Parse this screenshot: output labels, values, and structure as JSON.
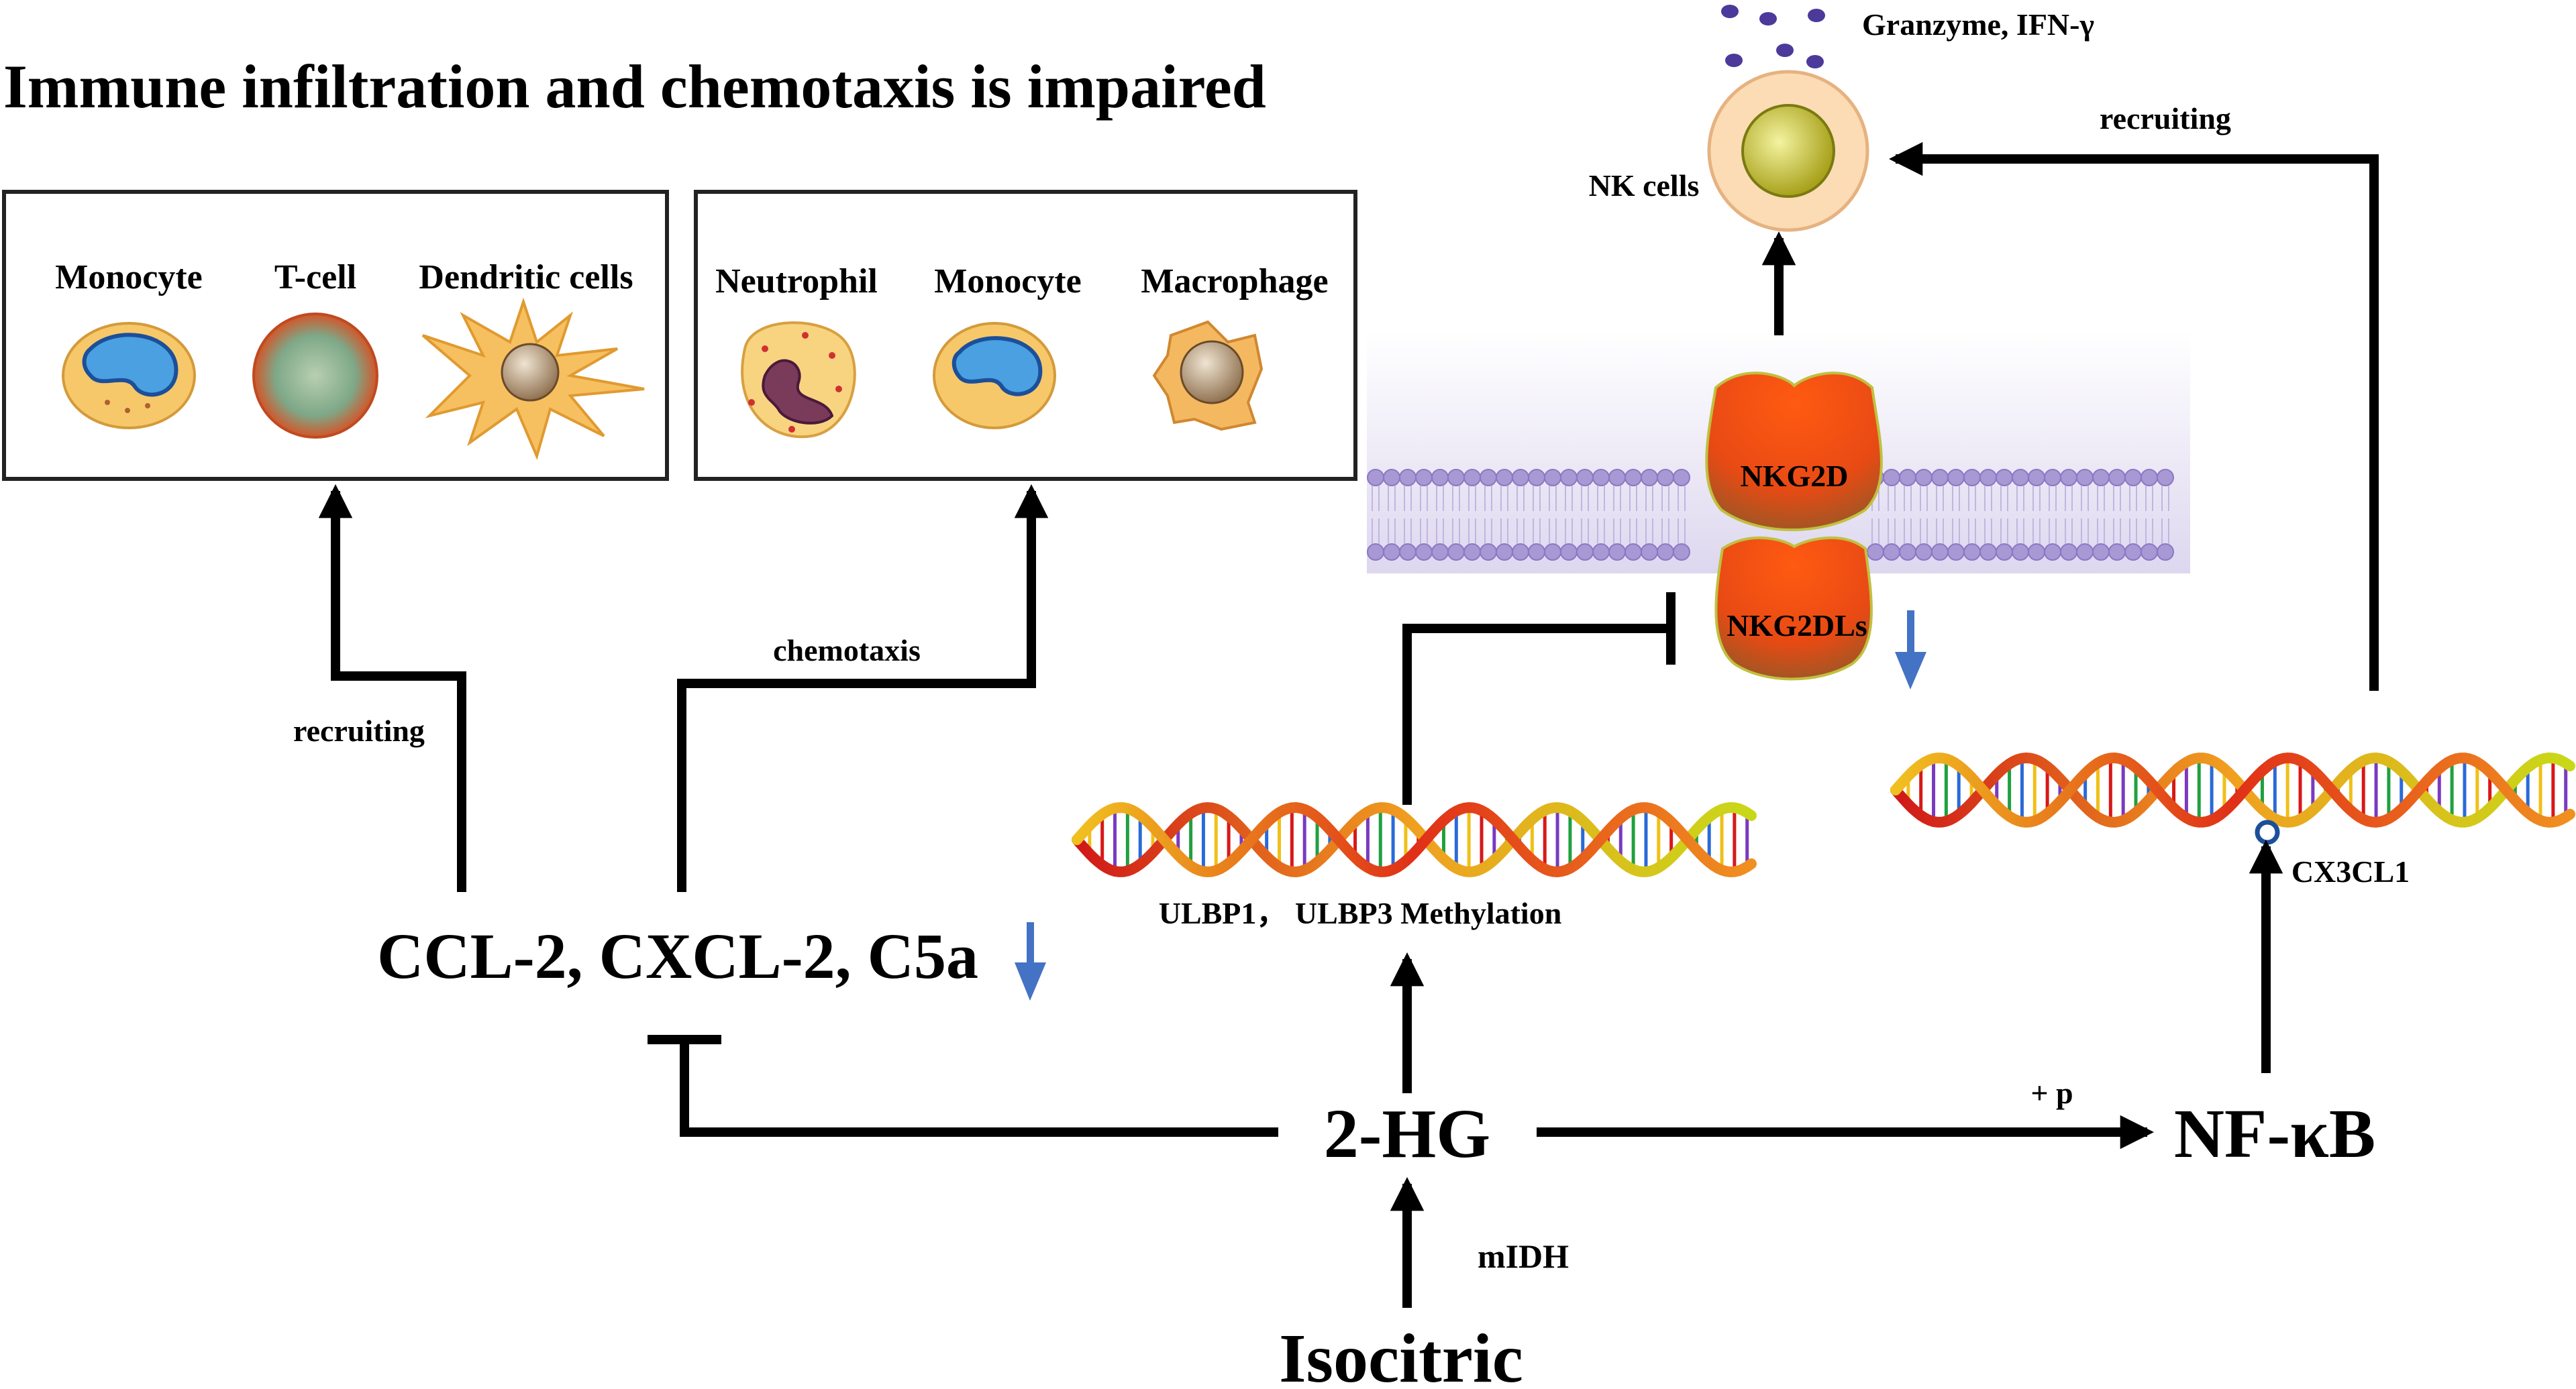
{
  "title": "Immune infiltration and chemotaxis is impaired",
  "panels": {
    "left": {
      "cells": [
        "Monocyte",
        "T-cell",
        "Dendritic  cells"
      ]
    },
    "right": {
      "cells": [
        "Neutrophil",
        "Monocyte",
        "Macrophage"
      ]
    }
  },
  "labels": {
    "recruiting_left": "recruiting",
    "chemotaxis": "chemotaxis",
    "chemokines": "CCL-2, CXCL-2, C5a",
    "methylation": "ULBP1， ULBP3 Methylation",
    "two_hg": "2-HG",
    "nfkb": "NF-κB",
    "plus_p": "+ p",
    "midh": "mIDH",
    "isocitric": "Isocitric",
    "cx3cl1": "CX3CL1",
    "recruiting_right": "recruiting",
    "nk_cells": "NK cells",
    "granzyme": "Granzyme, IFN-γ",
    "nkg2d": "NKG2D",
    "nkg2dls": "NKG2DLs"
  },
  "colors": {
    "arrow": "#000000",
    "down_arrow": "#4472c4",
    "receptor": "#e84a14",
    "membrane_lipid": "#a898d4",
    "granzyme_dots": "#4b3a9a"
  },
  "icons": {
    "down_arrow": "blue-down-arrow-icon",
    "dna": "dna-helix-icon"
  }
}
